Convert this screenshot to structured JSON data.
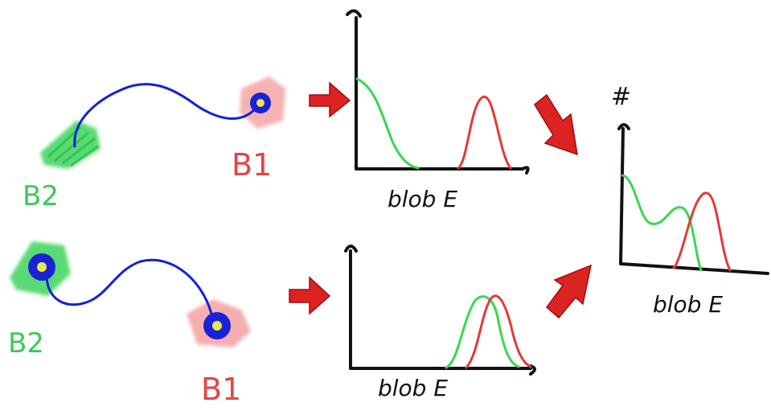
{
  "labels": {
    "b1": "B1",
    "b2": "B2",
    "blob_e": "blob E",
    "count": "#"
  },
  "colors": {
    "green": "#3ad653",
    "red": "#e23a3a",
    "blue": "#1520d8",
    "yellow": "#e8e84a",
    "arrow": "#dd2222"
  },
  "panels": [
    {
      "name": "top",
      "curves": [
        "green-decay",
        "red-peak"
      ]
    },
    {
      "name": "bottom",
      "curves": [
        "green-peak",
        "red-peak-overlap"
      ]
    },
    {
      "name": "combined",
      "curves": [
        "green-bimodal",
        "red-peak"
      ]
    }
  ]
}
